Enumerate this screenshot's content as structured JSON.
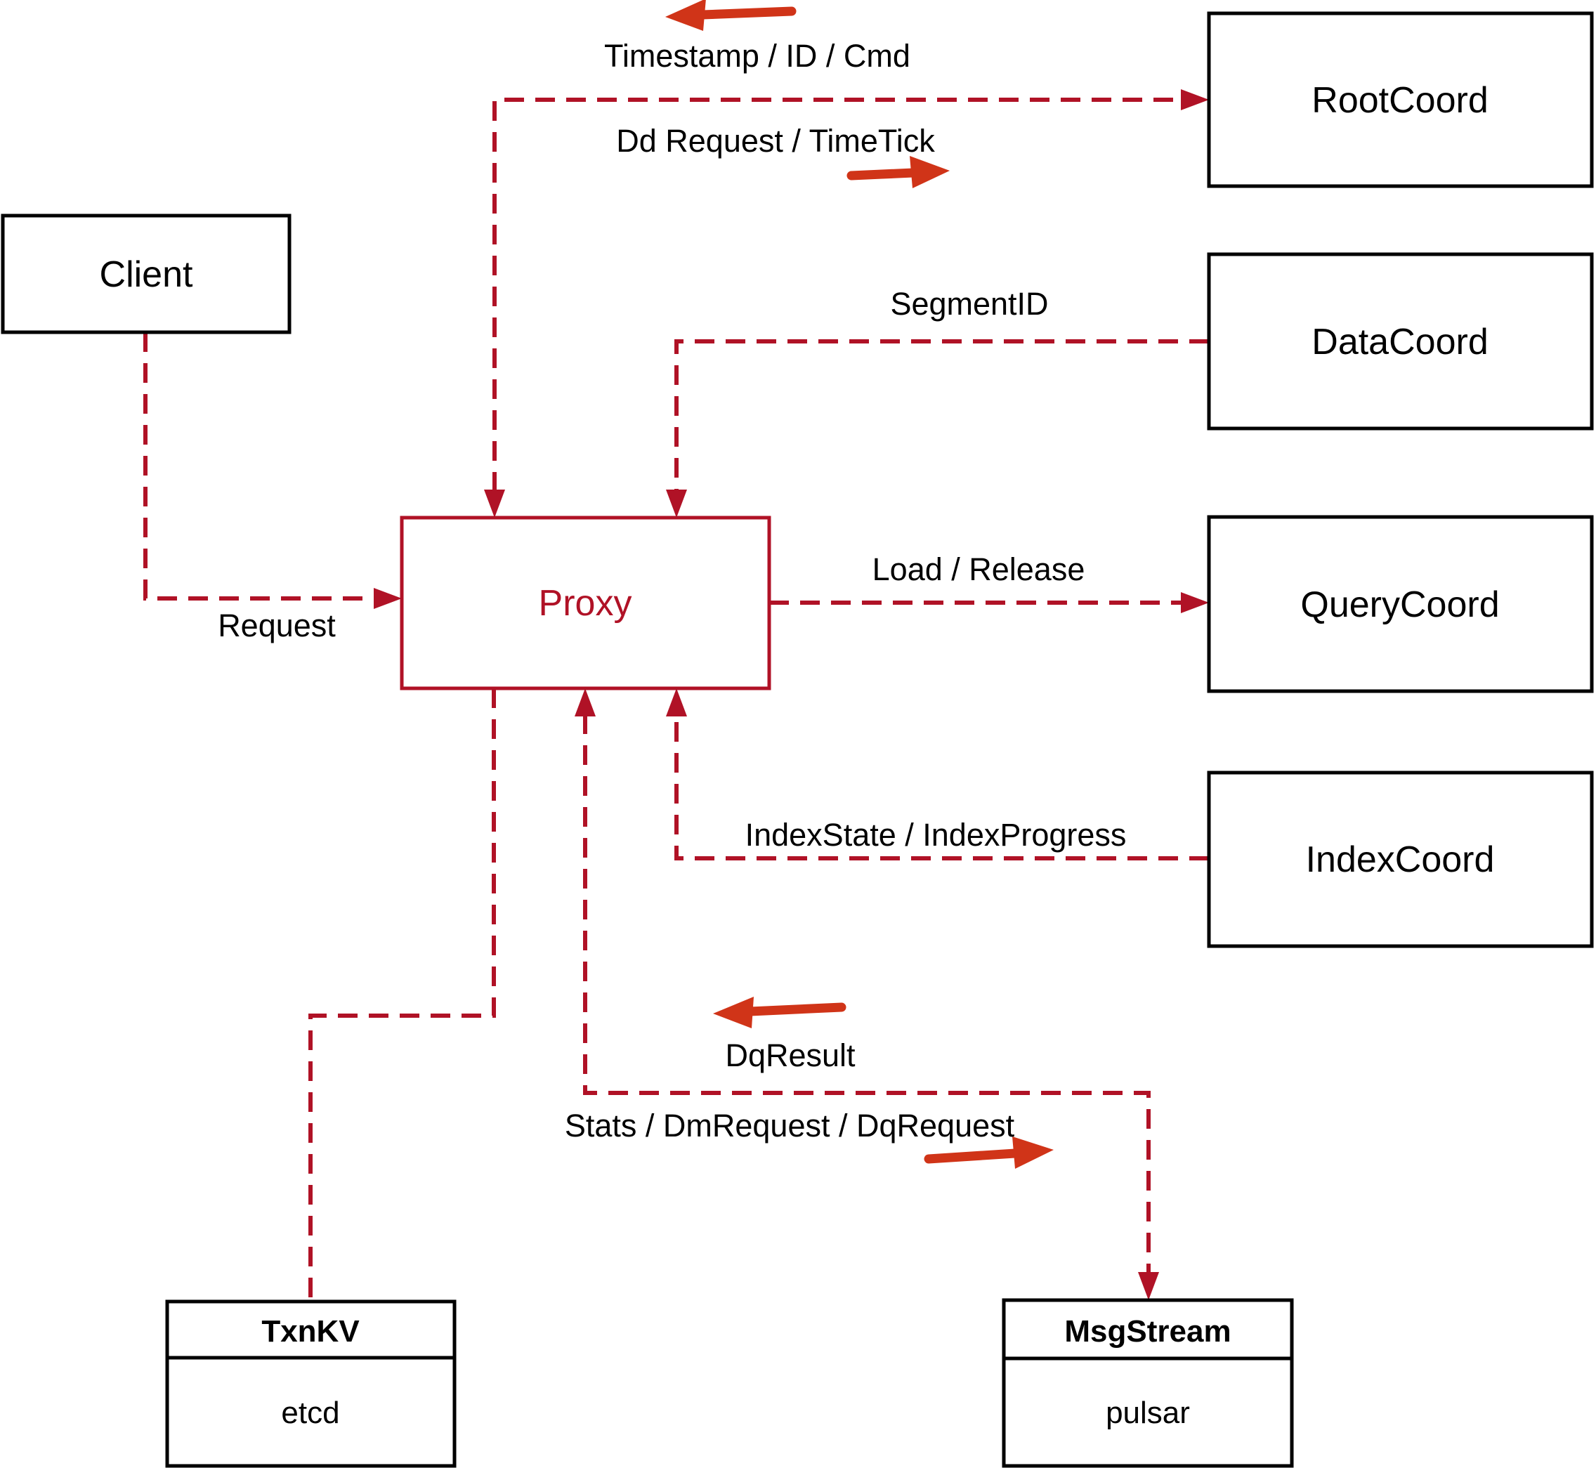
{
  "nodes": {
    "client": {
      "label": "Client"
    },
    "root_coord": {
      "label": "RootCoord"
    },
    "data_coord": {
      "label": "DataCoord"
    },
    "query_coord": {
      "label": "QueryCoord"
    },
    "index_coord": {
      "label": "IndexCoord"
    },
    "proxy": {
      "label": "Proxy"
    },
    "txn_kv": {
      "header": "TxnKV",
      "value": "etcd"
    },
    "msg_stream": {
      "header": "MsgStream",
      "value": "pulsar"
    }
  },
  "edge_labels": {
    "timestamp_id_cmd": "Timestamp / ID / Cmd",
    "dd_request_timetick": "Dd Request / TimeTick",
    "segment_id": "SegmentID",
    "request": "Request",
    "load_release": "Load / Release",
    "index_state_progress": "IndexState / IndexProgress",
    "dq_result": "DqResult",
    "stats_dm_dq": "Stats / DmRequest / DqRequest"
  },
  "colors": {
    "dashed_line": "#b01226",
    "solid_arrow": "#d03418",
    "proxy_accent": "#b01226",
    "box_border": "#000000",
    "text": "#000000",
    "background": "#ffffff"
  }
}
